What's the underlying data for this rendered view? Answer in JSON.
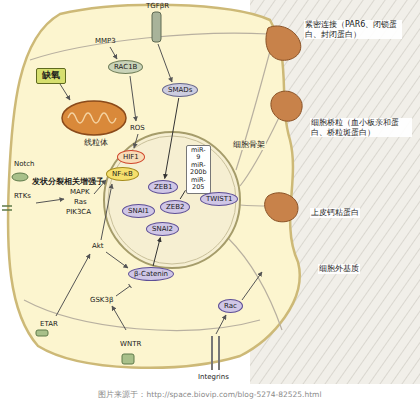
{
  "diagram": {
    "caption": "图片来源于：http://space.biovip.com/blog-5274-82525.html",
    "nodes": [
      {
        "text": [
          "缺氧"
        ]
      },
      {
        "text": [
          "RAC1B"
        ]
      },
      {
        "text": [
          "SMADs"
        ]
      },
      {
        "text": [
          "HIF1"
        ]
      },
      {
        "text": [
          "NF-κB"
        ]
      },
      {
        "text": [
          "miR-9 miR-200b miR-205"
        ]
      },
      {
        "text": [
          "ZEB1"
        ]
      },
      {
        "text": [
          "ZEB2"
        ]
      },
      {
        "text": [
          "SNAI1"
        ]
      },
      {
        "text": [
          "SNAI2"
        ]
      },
      {
        "text": [
          "TWIST1"
        ]
      },
      {
        "text": [
          "β-Catenin"
        ]
      },
      {
        "text": [
          "Rac"
        ]
      }
    ],
    "edges": [
      {
        "from": 2,
        "to": 6,
        "arrow": "to"
      },
      {
        "from": 11,
        "to": 9,
        "arrow": "to"
      },
      {
        "from": 5,
        "to": 7,
        "arrow": "none"
      }
    ],
    "labels": [
      "TGFβR",
      "MMP3",
      "线粒体",
      "ROS",
      "Notch",
      "发状分裂相关增强子",
      "RTKs",
      "MAPK",
      "Ras",
      "PIK3CA",
      "Akt",
      "GSK3β",
      "ETAR",
      "WNTR",
      "Integrins",
      "紧密连接（PAR6、闭锁蛋白、封闭蛋白）",
      "细胞骨架",
      "细胞桥粒（血小板亲和蛋白、桥粒斑蛋白）",
      "上皮钙粘蛋白",
      "细胞外基质"
    ]
  }
}
